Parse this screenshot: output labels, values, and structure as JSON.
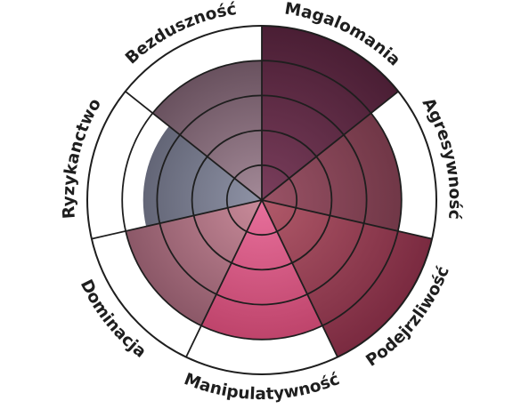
{
  "chart_data": {
    "type": "radial-bar",
    "categories": [
      "Magalomania",
      "Agresywność",
      "Podejrzliwość",
      "Manipulatywność",
      "Dominacja",
      "Ryzykanctwo",
      "Bezduszność"
    ],
    "values": [
      5,
      4,
      5,
      4,
      4,
      3.4,
      4
    ],
    "max": 5,
    "rings": 5,
    "colors": [
      "#4a1e34",
      "#66303f",
      "#7a2a40",
      "#b4395f",
      "#7c4b5b",
      "#4e5060",
      "#5a4350"
    ],
    "highlight_colors": [
      "#7a3e5c",
      "#9a5366",
      "#b15a6a",
      "#e8709c",
      "#c98b9a",
      "#8f93a6",
      "#a48a98"
    ]
  }
}
